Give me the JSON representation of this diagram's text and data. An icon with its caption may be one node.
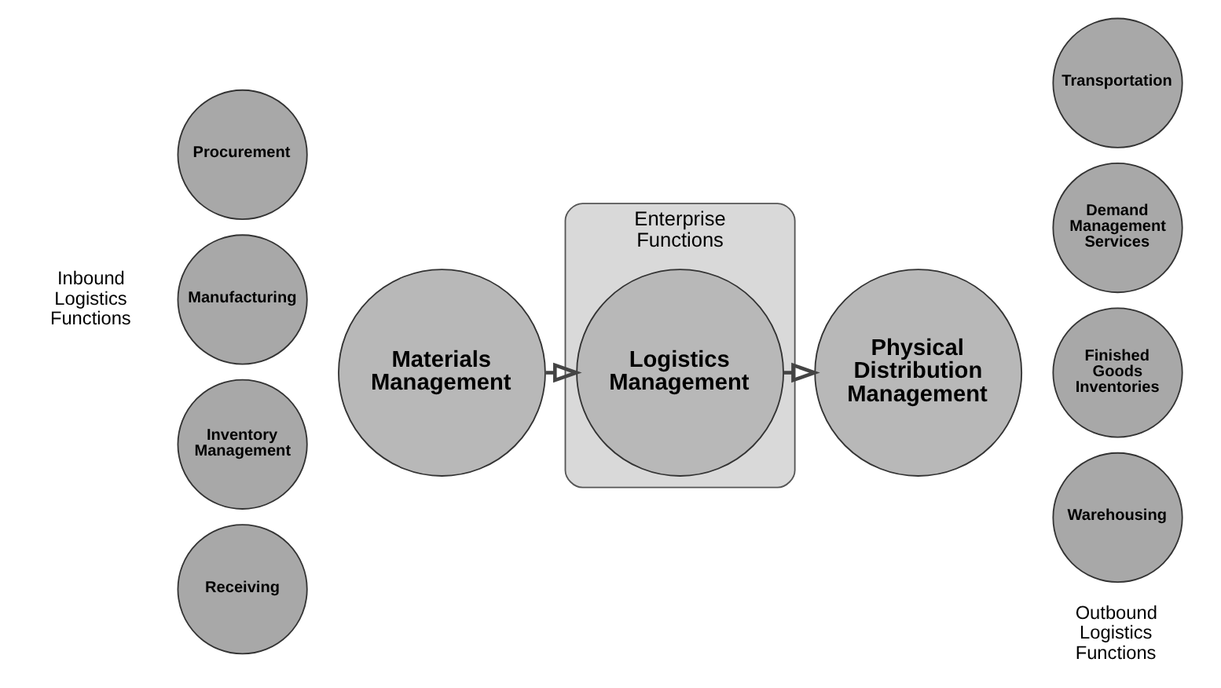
{
  "diagram": {
    "nodes": [
      {
        "text": [
          "Enterprise",
          "Functions"
        ]
      },
      {
        "text": [
          "Procurement"
        ]
      },
      {
        "text": [
          "Transportation"
        ]
      },
      {
        "text": [
          "Manufacturing"
        ]
      },
      {
        "text": [
          "Materials Management"
        ]
      },
      {
        "text": [
          "Logistics Management"
        ],
        "in": 0
      },
      {
        "text": [
          "Physical Distribution Management"
        ]
      },
      {
        "text": [
          "Demand Management Services"
        ]
      },
      {
        "text": [
          "Inventory Management"
        ]
      },
      {
        "text": [
          "Finished Goods Inventories"
        ]
      },
      {
        "text": [
          "Receiving"
        ]
      },
      {
        "text": [
          "Warehousing"
        ]
      }
    ],
    "edges": [
      {
        "from": 4,
        "to": 5,
        "arrow": "to"
      },
      {
        "from": 5,
        "to": 6,
        "arrow": "to"
      }
    ],
    "labels": [
      "Inbound Logistics Functions",
      "Outbound Logistics Functions"
    ]
  }
}
